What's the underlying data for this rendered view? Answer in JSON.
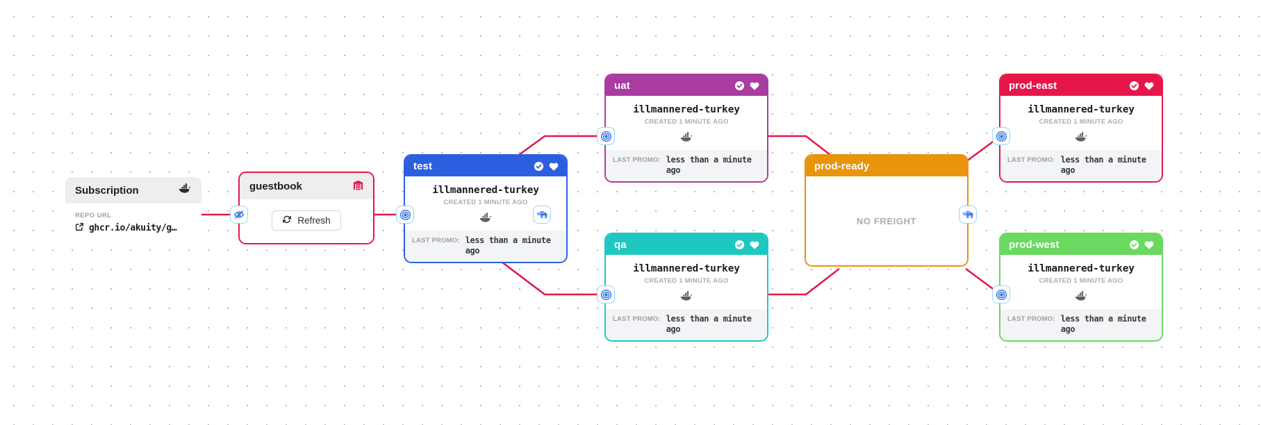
{
  "canvas": {
    "background_color": "#ffffff",
    "dot_color": "#9aa0a6"
  },
  "colors": {
    "edge": "#e5174a",
    "test": "#2c5fe0",
    "uat": "#a83ca0",
    "qa": "#1ec8c0",
    "prod_ready": "#e8940c",
    "prod_east": "#e5174a",
    "prod_west": "#69d95f",
    "chip_border": "#93d5f6",
    "chip_icon": "#2f6fe4",
    "warehouse_border": "#e5174a",
    "warehouse_icon": "#e5174a",
    "muted_text": "#a8adb5",
    "footer_bg": "#f3f4f6"
  },
  "subscription": {
    "title": "Subscription",
    "icon": "docker-icon",
    "field_label": "REPO URL",
    "link_icon": "external-link-icon",
    "repo_url": "ghcr.io/akuity/g…"
  },
  "warehouse": {
    "title": "guestbook",
    "icon": "warehouse-icon",
    "refresh_label": "Refresh",
    "refresh_icon": "refresh-icon"
  },
  "chips": [
    {
      "name": "hide-subscription-chip",
      "icon": "eye-slash-icon"
    },
    {
      "name": "test-target-chip",
      "icon": "bullseye-icon"
    },
    {
      "name": "test-promote-chip",
      "icon": "truck-fast-icon"
    },
    {
      "name": "uat-target-chip",
      "icon": "bullseye-icon"
    },
    {
      "name": "qa-target-chip",
      "icon": "bullseye-icon"
    },
    {
      "name": "prod-ready-promote-chip",
      "icon": "truck-fast-icon"
    },
    {
      "name": "prod-east-target-chip",
      "icon": "bullseye-icon"
    },
    {
      "name": "prod-west-target-chip",
      "icon": "bullseye-icon"
    }
  ],
  "stages": [
    {
      "id": "test",
      "title": "test",
      "color": "#2c5fe0",
      "health_icon": "check-circle-icon",
      "favorite_icon": "heart-icon",
      "freight_name": "illmannered-turkey",
      "created": "CREATED 1 MINUTE AGO",
      "freight_type_icon": "docker-icon",
      "footer_label": "LAST PROMO:",
      "footer_value": "less than a minute ago",
      "empty": false,
      "empty_text": ""
    },
    {
      "id": "uat",
      "title": "uat",
      "color": "#a83ca0",
      "health_icon": "check-circle-icon",
      "favorite_icon": "heart-icon",
      "freight_name": "illmannered-turkey",
      "created": "CREATED 1 MINUTE AGO",
      "freight_type_icon": "docker-icon",
      "footer_label": "LAST PROMO:",
      "footer_value": "less than a minute ago",
      "empty": false,
      "empty_text": ""
    },
    {
      "id": "qa",
      "title": "qa",
      "color": "#1ec8c0",
      "health_icon": "check-circle-icon",
      "favorite_icon": "heart-icon",
      "freight_name": "illmannered-turkey",
      "created": "CREATED 1 MINUTE AGO",
      "freight_type_icon": "docker-icon",
      "footer_label": "LAST PROMO:",
      "footer_value": "less than a minute ago",
      "empty": false,
      "empty_text": ""
    },
    {
      "id": "prod-ready",
      "title": "prod-ready",
      "color": "#e8940c",
      "health_icon": "",
      "favorite_icon": "",
      "freight_name": "",
      "created": "",
      "freight_type_icon": "",
      "footer_label": "",
      "footer_value": "",
      "empty": true,
      "empty_text": "NO FREIGHT"
    },
    {
      "id": "prod-east",
      "title": "prod-east",
      "color": "#e5174a",
      "health_icon": "check-circle-icon",
      "favorite_icon": "heart-icon",
      "freight_name": "illmannered-turkey",
      "created": "CREATED 1 MINUTE AGO",
      "freight_type_icon": "docker-icon",
      "footer_label": "LAST PROMO:",
      "footer_value": "less than a minute ago",
      "empty": false,
      "empty_text": ""
    },
    {
      "id": "prod-west",
      "title": "prod-west",
      "color": "#69d95f",
      "health_icon": "check-circle-icon",
      "favorite_icon": "heart-icon",
      "freight_name": "illmannered-turkey",
      "created": "CREATED 1 MINUTE AGO",
      "freight_type_icon": "docker-icon",
      "footer_label": "LAST PROMO:",
      "footer_value": "less than a minute ago",
      "empty": false,
      "empty_text": ""
    }
  ]
}
